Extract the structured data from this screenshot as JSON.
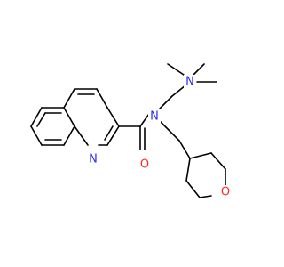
{
  "atoms": {
    "n_quinoline": "N",
    "o_carbonyl": "O",
    "n_amide": "N",
    "n_dimethylamino": "N",
    "o_pyran": "O"
  },
  "colors": {
    "bond": "#000000",
    "nitrogen": "#2a2aff",
    "oxygen": "#ff2a2a",
    "background": "#ffffff"
  }
}
